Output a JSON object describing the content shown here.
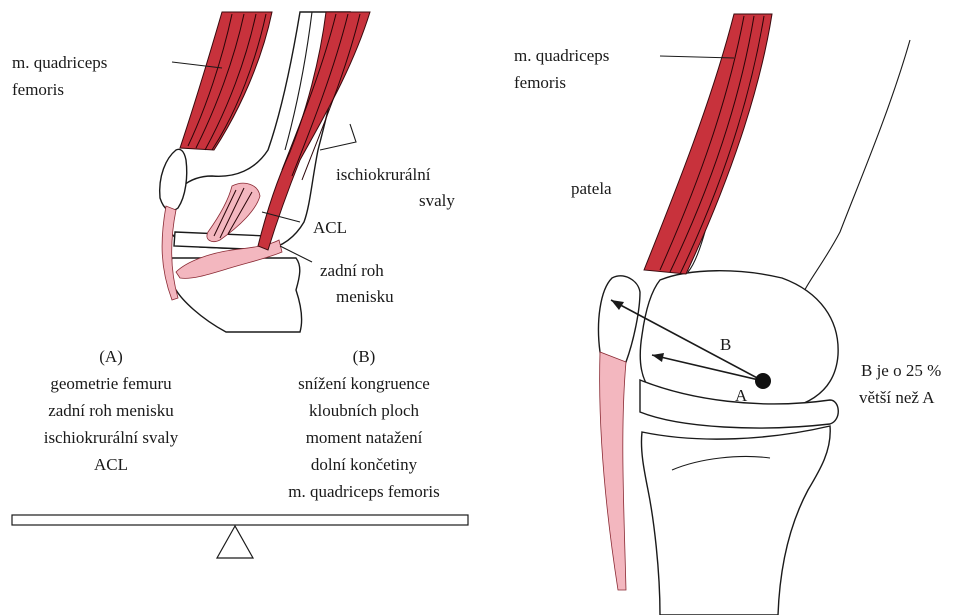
{
  "left_figure": {
    "labels": {
      "quadriceps_line1": "m. quadriceps",
      "quadriceps_line2": "femoris",
      "ischio_line1": "ischiokrurální",
      "ischio_line2": "svaly",
      "acl": "ACL",
      "meniscus_line1": "zadní roh",
      "meniscus_line2": "menisku"
    },
    "group_a": {
      "heading": "(A)",
      "items": [
        "geometrie femuru",
        "zadní roh menisku",
        "ischiokrurální svaly",
        "ACL"
      ]
    },
    "group_b": {
      "heading": "(B)",
      "items": [
        "snížení kongruence",
        "kloubních ploch",
        "moment natažení",
        "dolní končetiny",
        "m. quadriceps femoris"
      ]
    }
  },
  "right_figure": {
    "labels": {
      "quadriceps_line1": "m. quadriceps",
      "quadriceps_line2": "femoris",
      "patella": "patela",
      "arm_b": "B",
      "arm_a": "A",
      "note_line1": "B je o 25 %",
      "note_line2": "větší než A"
    }
  },
  "colors": {
    "muscle": "#c8323c",
    "tendon": "#f3b7bf",
    "outline": "#1a1a1a"
  }
}
